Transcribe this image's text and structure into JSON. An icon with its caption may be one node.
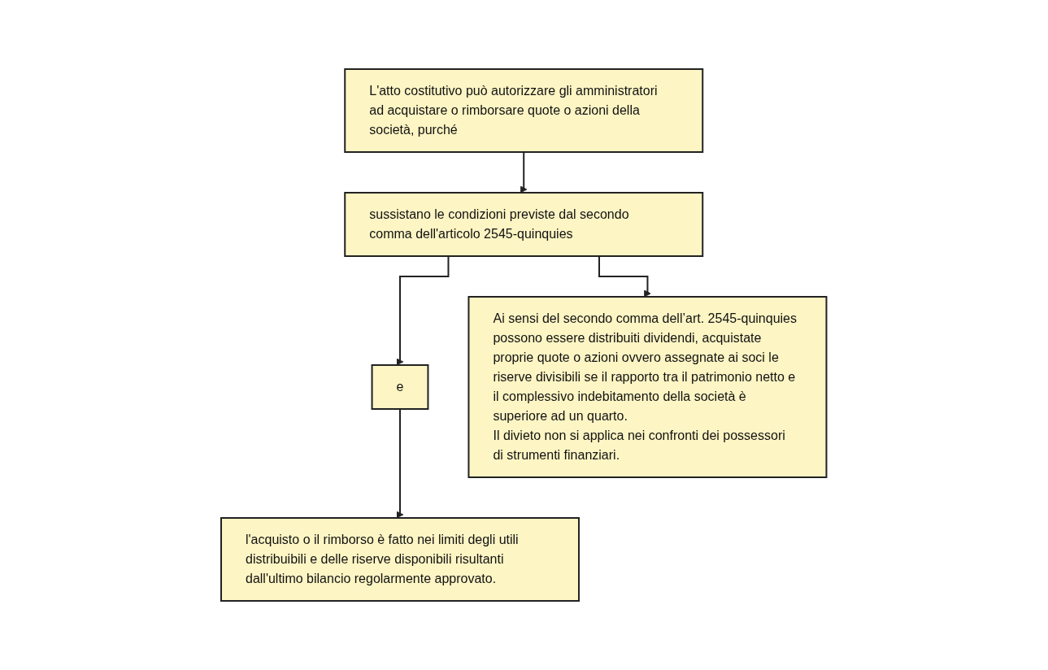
{
  "diagram": {
    "nodes": [
      {
        "text": [
          "L'atto costitutivo può autorizzare gli amministratori ad acquistare o rimborsare quote o azioni della società, purché"
        ]
      },
      {
        "text": [
          "sussistano le condizioni previste dal secondo comma dell'articolo 2545-quinquies"
        ]
      },
      {
        "text": [
          "e"
        ]
      },
      {
        "text": [
          "l'acquisto o il rimborso è fatto nei limiti degli utili distribuibili e delle riserve disponibili risultanti dall'ultimo bilancio regolarmente approvato."
        ]
      },
      {
        "text": [
          "Ai sensi del secondo comma dell’art. 2545-quinquies possono essere distribuiti dividendi, acquistate proprie quote o azioni ovvero assegnate ai soci le riserve divisibili se il rapporto tra il patrimonio netto e il complessivo indebitamento della società è superiore ad un quarto.",
          "Il divieto non si applica nei confronti dei possessori di strumenti finanziari."
        ]
      }
    ],
    "edges": [
      {
        "from": 0,
        "to": 1,
        "arrow": "to"
      },
      {
        "from": 1,
        "to": 2,
        "arrow": "to"
      },
      {
        "from": 2,
        "to": 3,
        "arrow": "to"
      },
      {
        "from": 1,
        "to": 4,
        "arrow": "to"
      }
    ]
  }
}
